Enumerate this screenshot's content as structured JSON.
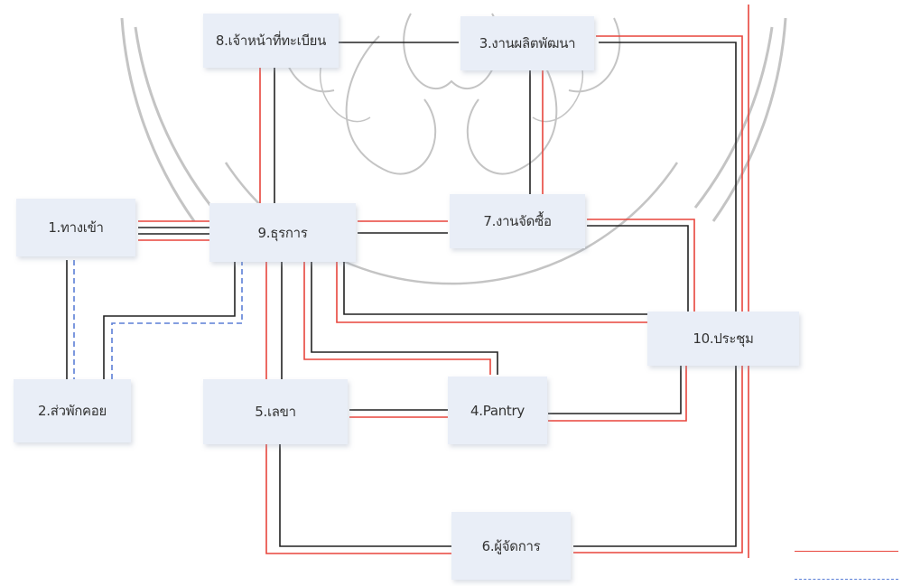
{
  "diagram": {
    "nodes": {
      "n1": {
        "label": "1.ทางเข้า"
      },
      "n2": {
        "label": "2.ส่วพักคอย"
      },
      "n3": {
        "label": "3.งานผลิตพัฒนา"
      },
      "n4": {
        "label": "4.Pantry"
      },
      "n5": {
        "label": "5.เลขา"
      },
      "n6": {
        "label": "6.ผู้จัดการ"
      },
      "n7": {
        "label": "7.งานจัดซื้อ"
      },
      "n8": {
        "label": "8.เจ้าหน้าที่ทะเบียน"
      },
      "n9": {
        "label": "9.ธุรการ"
      },
      "n10": {
        "label": "10.ประชุม"
      }
    },
    "legend": [
      {
        "style": "solid",
        "color": "#e8453c"
      },
      {
        "style": "dashed",
        "color": "#5b7fd6"
      }
    ]
  },
  "colors": {
    "line_black": "#222222",
    "line_red": "#e8453c",
    "line_blue": "#5b7fd6",
    "node_fill": "#e9eef7",
    "watermark": "#bfbfbf"
  }
}
